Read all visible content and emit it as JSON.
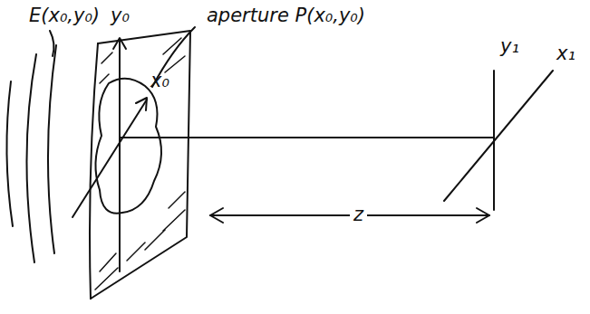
{
  "diagram": {
    "labels": [
      "E(x₀,y₀)",
      "y₀",
      "aperture P(x₀,y₀)",
      "x₀",
      "y₁",
      "x₁",
      "z"
    ]
  }
}
